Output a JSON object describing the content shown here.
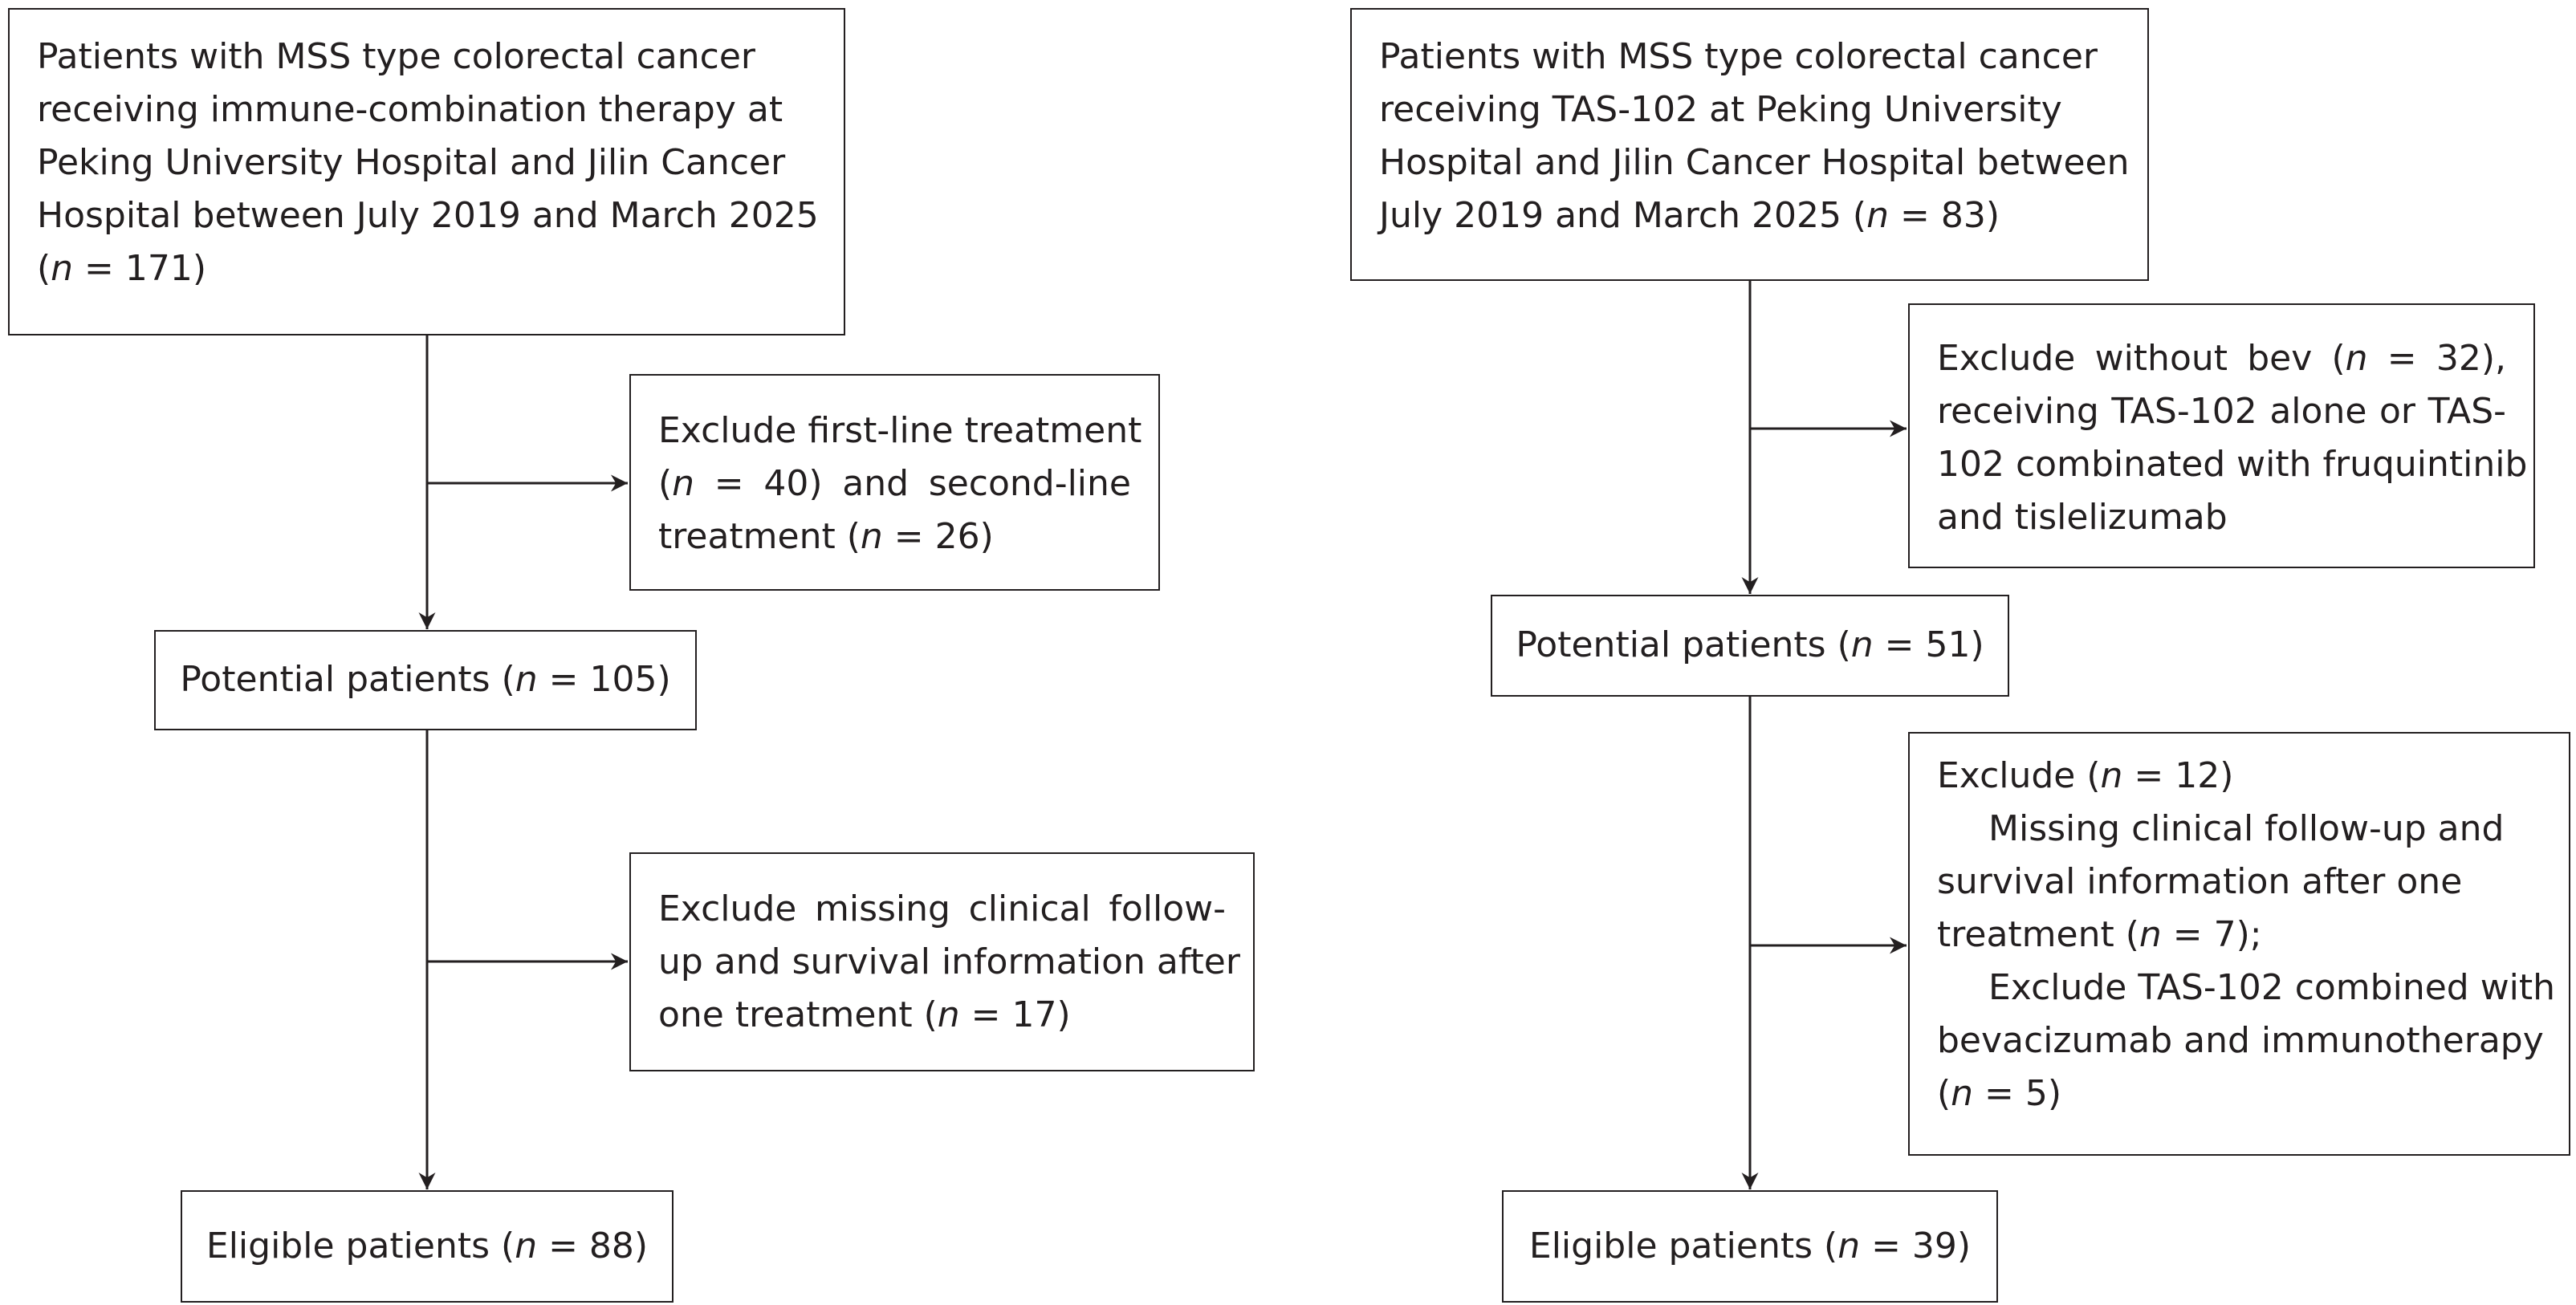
{
  "left": {
    "source": [
      "Patients with MSS type colorectal cancer",
      "receiving immune-combination therapy at",
      "Peking University Hospital and Jilin Cancer",
      "Hospital between July 2019 and March 2025",
      "(n = 171)"
    ],
    "exclude1": [
      "Exclude first-line treatment",
      "(n = 40)  and second-line",
      "treatment (n = 26)"
    ],
    "potential": "Potential patients (n = 105)",
    "exclude2": [
      "Exclude missing clinical follow-",
      "up and survival information after",
      "one treatment (n = 17)"
    ],
    "eligible": "Eligible patients (n = 88)"
  },
  "right": {
    "source": [
      "Patients with MSS type colorectal cancer",
      "receiving TAS-102 at Peking University",
      "Hospital and Jilin Cancer Hospital between",
      "July 2019 and March  2025 (n = 83)"
    ],
    "exclude1": [
      "Exclude without bev (n = 32),",
      "receiving TAS-102 alone or TAS-",
      "102 combinated with fruquintinib",
      "and tislelizumab"
    ],
    "potential": "Potential patients (n = 51)",
    "exclude2": [
      "Exclude (n = 12)",
      "Missing clinical follow-up and",
      "survival information after one",
      "treatment (n = 7);",
      "Exclude TAS-102 combined with",
      "bevacizumab and immunotherapy",
      "(n = 5)"
    ],
    "eligible": "Eligible patients (n = 39)"
  },
  "colors": {
    "line": "#231f20",
    "text": "#231f20",
    "background": "#ffffff"
  }
}
